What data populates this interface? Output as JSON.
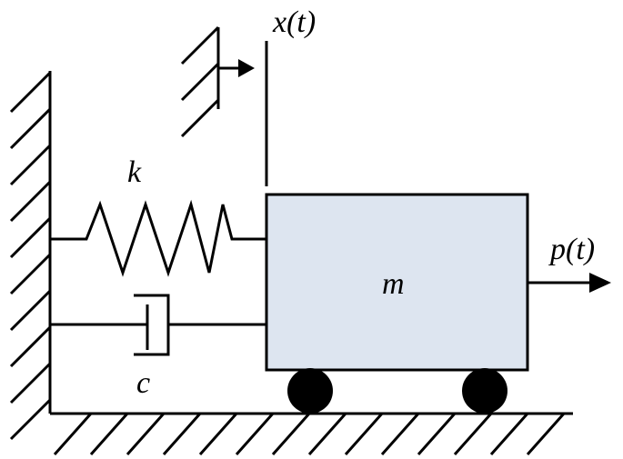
{
  "labels": {
    "displacement": "x(t)",
    "stiffness": "k",
    "damping": "c",
    "mass": "m",
    "force": "p(t)"
  },
  "colors": {
    "mass_fill": "#dde5f0",
    "line": "#000000"
  }
}
